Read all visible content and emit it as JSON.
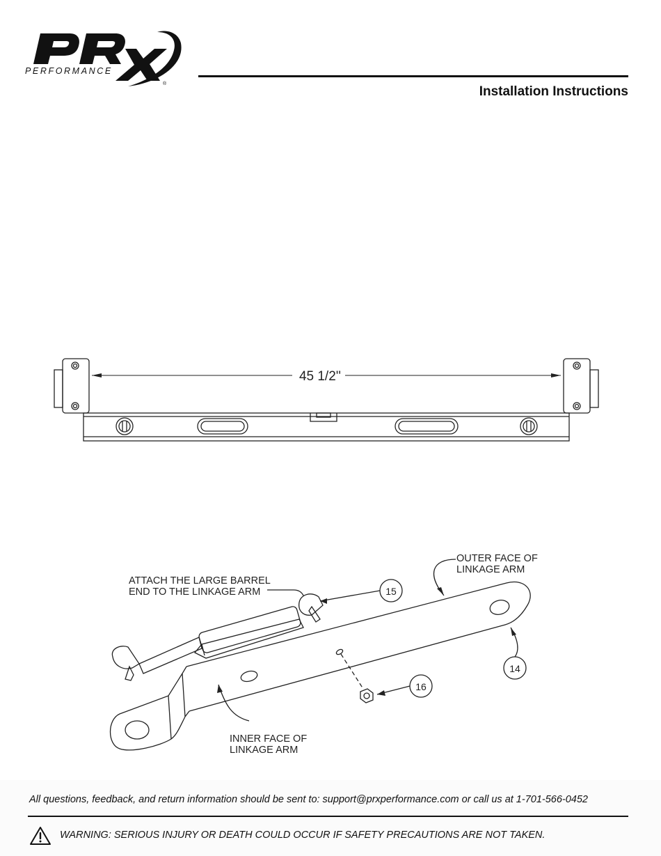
{
  "header": {
    "logo_brand": "PRx",
    "logo_subtitle": "PERFORMANCE",
    "logo_registered": "®",
    "doc_title": "Installation Instructions"
  },
  "dimension_figure": {
    "length_label": "45 1/2''"
  },
  "assembly_figure": {
    "callout_barrel": [
      "ATTACH THE LARGE BARREL",
      "END TO THE LINKAGE ARM"
    ],
    "callout_outer": [
      "OUTER FACE OF",
      "LINKAGE ARM"
    ],
    "callout_inner": [
      "INNER FACE OF",
      "LINKAGE ARM"
    ],
    "part_15": "15",
    "part_14": "14",
    "part_16": "16"
  },
  "footer": {
    "contact": "All questions, feedback, and return information should be sent to: support@prxperformance.com or call us at 1-701-566-0452",
    "warning": "WARNING: SERIOUS INJURY OR DEATH COULD OCCUR IF SAFETY PRECAUTIONS ARE NOT TAKEN.",
    "warning_icon": "warning-triangle-icon"
  }
}
